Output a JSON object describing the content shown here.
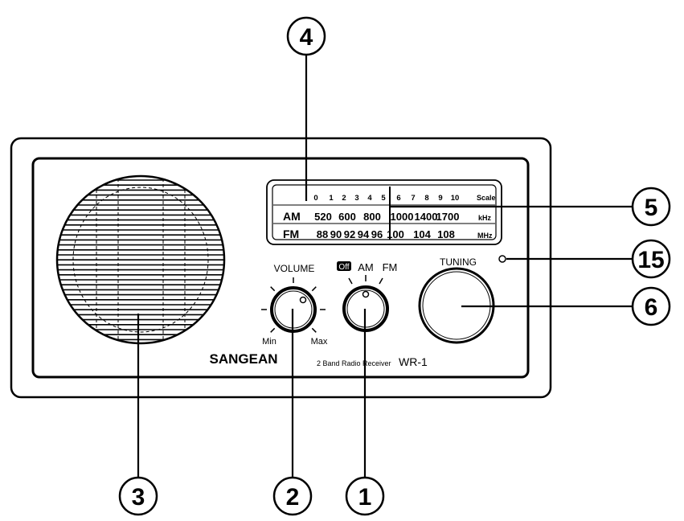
{
  "callouts": {
    "c1": "1",
    "c2": "2",
    "c3": "3",
    "c4": "4",
    "c5": "5",
    "c6": "6",
    "c15": "15"
  },
  "dial": {
    "scale_numbers": [
      "0",
      "1",
      "2",
      "3",
      "4",
      "5",
      "6",
      "7",
      "8",
      "9",
      "10"
    ],
    "scale_label": "Scale",
    "am_label": "AM",
    "am_values": [
      "520",
      "600",
      "800",
      "1000",
      "1400",
      "1700"
    ],
    "am_unit": "kHz",
    "fm_label": "FM",
    "fm_values": [
      "88",
      "90",
      "92",
      "94",
      "96",
      "100",
      "104",
      "108"
    ],
    "fm_unit": "MHz"
  },
  "controls": {
    "volume_label": "VOLUME",
    "volume_min": "Min",
    "volume_max": "Max",
    "band_off": "Off",
    "band_am": "AM",
    "band_fm": "FM",
    "tuning_label": "TUNING"
  },
  "branding": {
    "brand": "SANGEAN",
    "description": "2 Band Radio Receiver",
    "model": "WR-1"
  },
  "colors": {
    "ink": "#000000",
    "paper": "#ffffff"
  }
}
